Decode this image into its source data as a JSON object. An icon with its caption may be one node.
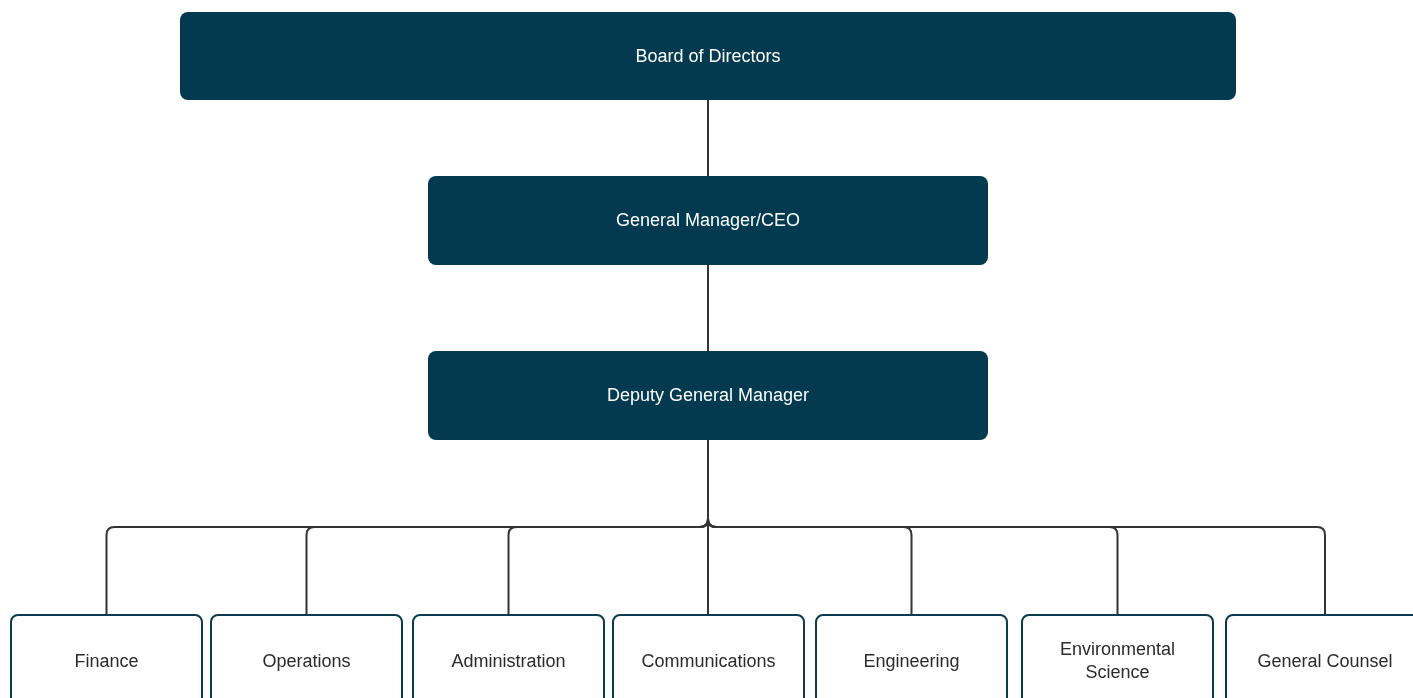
{
  "diagram": {
    "nodes": [
      {
        "text": [
          "Board of Directors"
        ]
      },
      {
        "text": [
          "General Manager/CEO"
        ]
      },
      {
        "text": [
          "Deputy General Manager"
        ]
      },
      {
        "text": [
          "Finance"
        ]
      },
      {
        "text": [
          "Operations"
        ]
      },
      {
        "text": [
          "Administration"
        ]
      },
      {
        "text": [
          "Communications"
        ]
      },
      {
        "text": [
          "Engineering"
        ]
      },
      {
        "text": [
          "Environmental Science"
        ]
      },
      {
        "text": [
          "General Counsel"
        ]
      }
    ],
    "edges": [
      {
        "from": 0,
        "to": 1,
        "arrow": "none"
      },
      {
        "from": 1,
        "to": 2,
        "arrow": "none"
      },
      {
        "from": 2,
        "to": 3,
        "arrow": "none"
      },
      {
        "from": 2,
        "to": 4,
        "arrow": "none"
      },
      {
        "from": 2,
        "to": 5,
        "arrow": "none"
      },
      {
        "from": 2,
        "to": 6,
        "arrow": "none"
      },
      {
        "from": 2,
        "to": 7,
        "arrow": "none"
      },
      {
        "from": 2,
        "to": 8,
        "arrow": "none"
      },
      {
        "from": 2,
        "to": 9,
        "arrow": "none"
      }
    ]
  }
}
